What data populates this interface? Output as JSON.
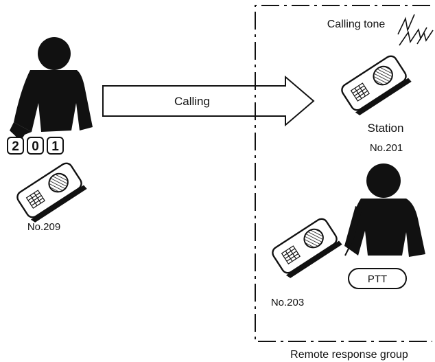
{
  "caller": {
    "digits": [
      "2",
      "0",
      "1"
    ],
    "handset_label": "No.209"
  },
  "arrow": {
    "label": "Calling"
  },
  "group": {
    "caption": "Remote response group",
    "calling_tone_label": "Calling tone",
    "station": {
      "label": "Station",
      "number": "No.201"
    },
    "responder": {
      "handset_label": "No.203",
      "ptt_label": "PTT"
    }
  }
}
